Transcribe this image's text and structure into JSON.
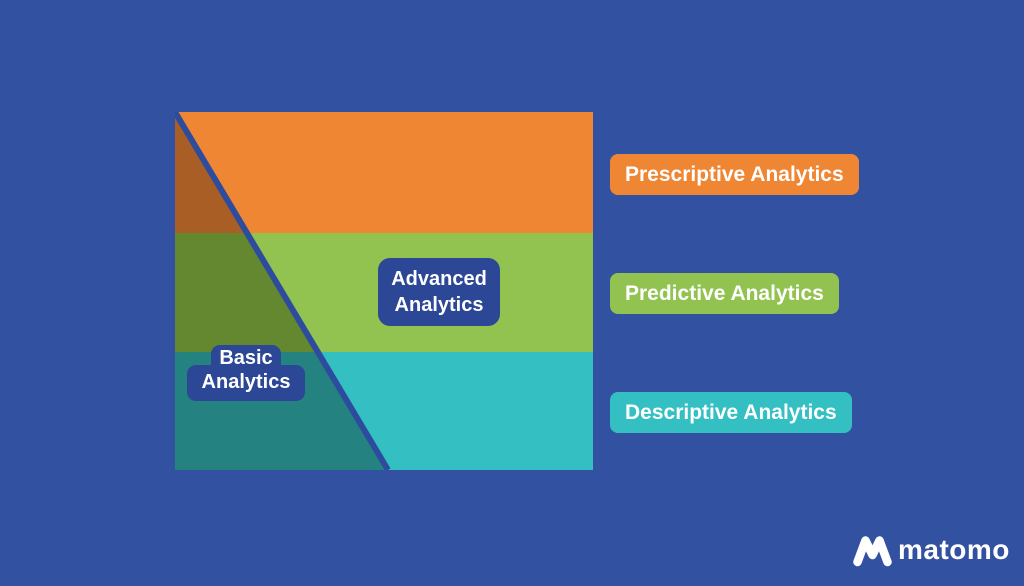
{
  "diagram": {
    "bands": [
      {
        "name": "prescriptive",
        "label": "Prescriptive Analytics",
        "color": "#ef8634",
        "dark_color": "#a95e26"
      },
      {
        "name": "predictive",
        "label": "Predictive Analytics",
        "color": "#92c351",
        "dark_color": "#63882f"
      },
      {
        "name": "descriptive",
        "label": "Descriptive Analytics",
        "color": "#34bfc2",
        "dark_color": "#248381"
      }
    ],
    "inner_labels": {
      "advanced": {
        "line1": "Advanced",
        "line2": "Analytics"
      },
      "basic": {
        "line1": "Basic",
        "line2": "Analytics"
      }
    },
    "colors": {
      "background": "#3351a1",
      "label_box": "#2c4795",
      "diagonal_line": "#2e4c9e",
      "text": "#ffffff"
    }
  },
  "branding": {
    "logo_text": "matomo",
    "logo_icon": "matomo-m-icon"
  }
}
